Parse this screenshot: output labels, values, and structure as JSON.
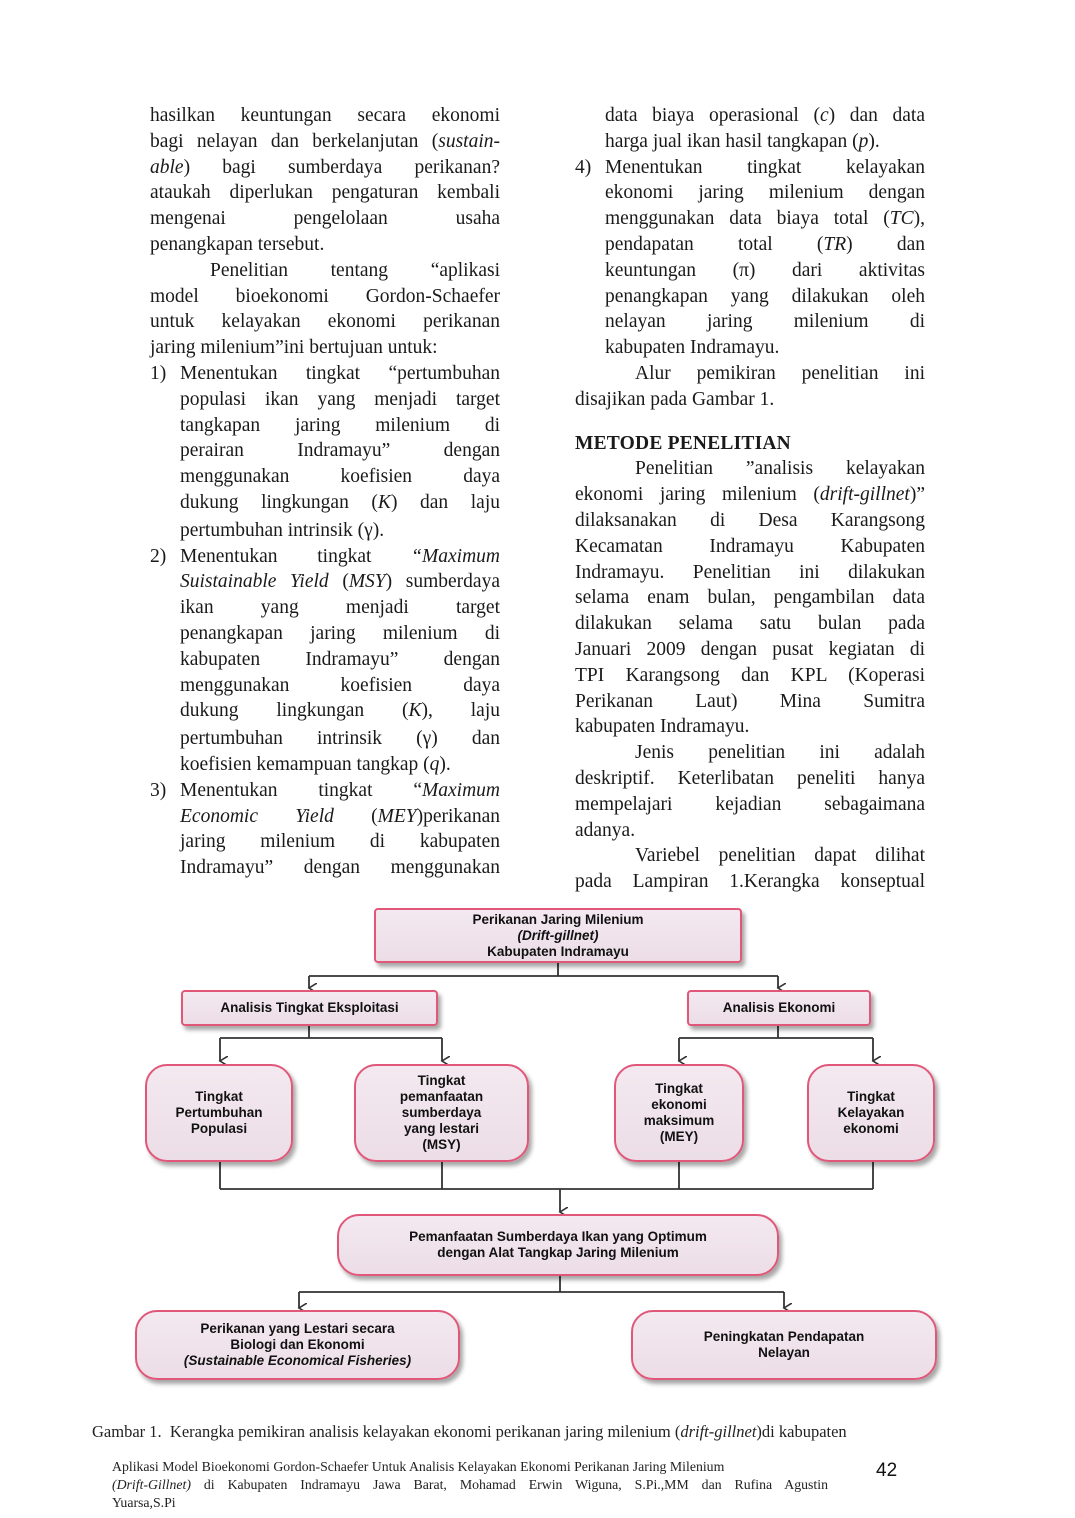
{
  "left_column": {
    "para1": [
      "hasilkan keuntungan secara ekonomi",
      "bagi nelayan dan berkelanjutan (",
      "sustain-",
      "able",
      ") bagi sumberdaya perikanan?",
      "ataukah diperlukan pengaturan kembali",
      "mengenai pengelolaan usaha",
      "penangkapan tersebut."
    ],
    "para2": [
      "Penelitian tentang “aplikasi",
      "model bioekonomi Gordon-Schaefer",
      "untuk kelayakan ekonomi perikanan",
      "jaring milenium”ini bertujuan untuk:"
    ],
    "item1": {
      "num": "1)",
      "lines": [
        "Menentukan tingkat “pertumbuhan",
        "populasi ikan yang menjadi target",
        "tangkapan jaring milenium di",
        "perairan Indramayu” dengan",
        "menggunakan koefisien daya",
        "dukung lingkungan (",
        "K",
        ") dan laju",
        "pertumbuhan intrinsik (γ)."
      ]
    },
    "item2": {
      "num": "2)",
      "lines": [
        "Menentukan tingkat ",
        "“Maximum",
        "Suistainable Yield",
        " (",
        "MSY",
        ") sumberdaya",
        "ikan yang menjadi target",
        "penangkapan jaring milenium di",
        "kabupaten Indramayu” dengan",
        "menggunakan koefisien daya",
        "dukung lingkungan (",
        "K",
        "), laju",
        "pertumbuhan intrinsik (γ) dan",
        "koefisien kemampuan tangkap (",
        "q",
        ")."
      ]
    },
    "item3": {
      "num": "3)",
      "lines": [
        "Menentukan tingkat “",
        "Maximum",
        "Economic Yield",
        " (",
        "MEY",
        ")perikanan",
        "jaring milenium di kabupaten",
        "Indramayu” dengan menggunakan"
      ]
    }
  },
  "right_column": {
    "cont": [
      "data biaya operasional (",
      "c",
      ") dan data",
      "harga jual ikan hasil tangkapan (",
      "p",
      ")."
    ],
    "item4": {
      "num": "4)",
      "lines": [
        "Menentukan tingkat kelayakan",
        "ekonomi jaring milenium dengan",
        "menggunakan data biaya total (",
        "TC",
        "),",
        "pendapatan total (",
        "TR",
        ") dan",
        "keuntungan (π) dari aktivitas",
        "penangkapan yang dilakukan oleh",
        "nelayan jaring milenium di",
        "kabupaten Indramayu."
      ]
    },
    "para_alur": [
      "Alur pemikiran penelitian ini",
      "disajikan pada Gambar 1."
    ],
    "heading": "METODE PENELITIAN",
    "para_metode": [
      "Penelitian ”analisis kelayakan",
      "ekonomi jaring milenium (",
      "drift-gillnet",
      ")”",
      "dilaksanakan di Desa Karangsong",
      "Kecamatan Indramayu Kabupaten",
      "Indramayu. Penelitian ini dilakukan",
      "selama enam bulan, pengambilan data",
      "dilakukan selama satu bulan pada",
      "Januari 2009 dengan pusat kegiatan di",
      "TPI Karangsong dan KPL (Koperasi",
      "Perikanan Laut) Mina Sumitra",
      "kabupaten Indramayu."
    ],
    "para_jenis": [
      "Jenis penelitian ini adalah",
      "deskriptif. Keterlibatan peneliti hanya",
      "mempelajari kejadian sebagaimana",
      "adanya."
    ],
    "para_var": [
      "Variebel penelitian dapat dilihat",
      "pada Lampiran 1.Kerangka konseptual"
    ]
  },
  "diagram": {
    "top": [
      "Perikanan Jaring Milenium ",
      "(Drift-gillnet)",
      "Kabupaten Indramayu"
    ],
    "left_branch": "Analisis Tingkat Eksploitasi",
    "right_branch": "Analisis Ekonomi",
    "leaf1": [
      "Tingkat",
      "Pertumbuhan",
      "Populasi"
    ],
    "leaf2": [
      "Tingkat",
      "pemanfaatan",
      "sumberdaya",
      "yang lestari",
      "(MSY)"
    ],
    "leaf3": [
      "Tingkat",
      "ekonomi",
      "maksimum",
      "(MEY)"
    ],
    "leaf4": [
      "Tingkat",
      "Kelayakan",
      "ekonomi"
    ],
    "middle": [
      "Pemanfaatan Sumberdaya Ikan yang Optimum",
      "dengan  Alat Tangkap Jaring Milenium"
    ],
    "out_left": [
      "Perikanan yang Lestari secara",
      "Biologi dan Ekonomi",
      "(Sustainable Economical Fisheries)"
    ],
    "out_right": [
      "Peningkatan Pendapatan",
      "Nelayan"
    ]
  },
  "caption": [
    "Gambar 1.",
    "Kerangka pemikiran analisis kelayakan ekonomi perikanan jaring milenium (",
    "drift-gillnet",
    ")di kabupaten"
  ],
  "footer": {
    "line1": "Aplikasi Model Bioekonomi Gordon-Schaefer Untuk Analisis Kelayakan  Ekonomi Perikanan Jaring Milenium",
    "line2_italic": "(Drift-Gillnet)",
    "line2_rest": " di Kabupaten Indramayu Jawa Barat, Mohamad Erwin Wiguna, S.Pi.,MM dan Rufina Agustin",
    "line3": "Yuarsa,S.Pi",
    "page_number": "42"
  }
}
